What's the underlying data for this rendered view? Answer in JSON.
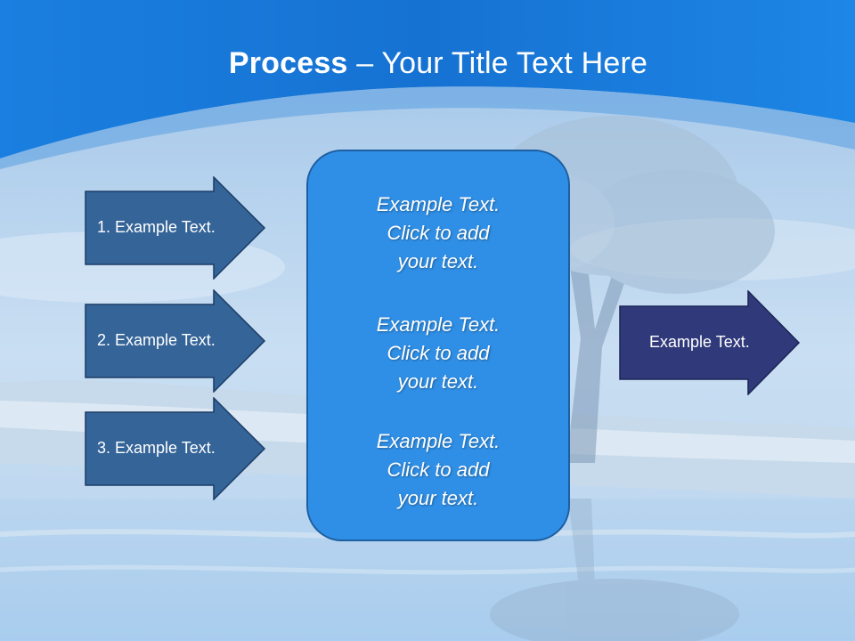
{
  "title": {
    "bold": "Process",
    "rest": " – Your Title Text Here"
  },
  "left_arrows": [
    {
      "label": "1. Example Text."
    },
    {
      "label": "2. Example Text."
    },
    {
      "label": "3. Example Text."
    }
  ],
  "center_box": {
    "blocks": [
      {
        "lines": [
          "Example Text.",
          "Click  to add",
          "your text."
        ]
      },
      {
        "lines": [
          "Example Text.",
          "Click  to add",
          "your text."
        ]
      },
      {
        "lines": [
          "Example Text.",
          "Click  to add",
          "your text."
        ]
      }
    ]
  },
  "right_arrow": {
    "label": "Example Text."
  },
  "colors": {
    "header_blue": "#1673d4",
    "left_arrow_fill": "#346498",
    "right_arrow_fill": "#303a7a",
    "center_box_fill": "#2f8fe6"
  }
}
